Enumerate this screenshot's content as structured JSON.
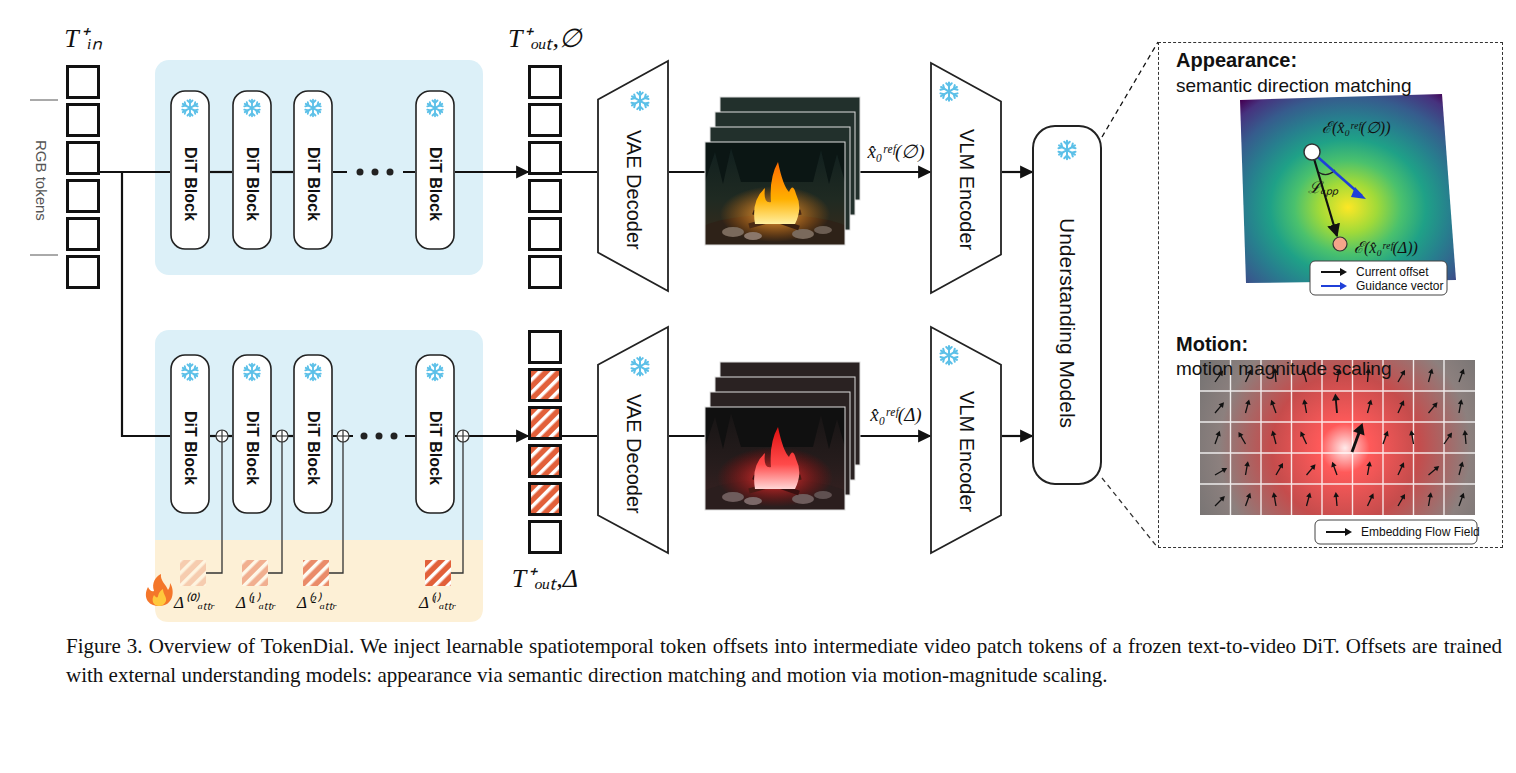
{
  "diagram": {
    "caption": "Figure 3. Overview of TokenDial. We inject learnable spatiotemporal token offsets into intermediate video patch tokens of a frozen text-to-video DiT. Offsets are trained with external understanding models: appearance via semantic direction matching and motion via motion-magnitude scaling.",
    "nodes": [
      {
        "text": [
          "T⁺ᵢₙ"
        ]
      },
      {
        "text": [
          "DiT Block"
        ]
      },
      {
        "text": [
          "DiT Block"
        ]
      },
      {
        "text": [
          "DiT Block"
        ]
      },
      {
        "text": [
          "DiT Block"
        ]
      },
      {
        "text": [
          "T⁺ₒᵤₜ,∅"
        ]
      },
      {
        "text": [
          "VAE Decoder"
        ]
      },
      {
        "text": [
          "VLM Encoder"
        ]
      },
      {
        "text": [
          "Understanding Models"
        ]
      },
      {
        "text": [
          "DiT Block"
        ]
      },
      {
        "text": [
          "DiT Block"
        ]
      },
      {
        "text": [
          "DiT Block"
        ]
      },
      {
        "text": [
          "DiT Block"
        ]
      },
      {
        "text": [
          "T⁺ₒᵤₜ,Δ"
        ]
      },
      {
        "text": [
          "VAE Decoder"
        ]
      },
      {
        "text": [
          "VLM Encoder"
        ]
      },
      {
        "text": [
          "Appearance:",
          "semantic direction matching",
          "Motion:",
          "motion magnitude scaling"
        ]
      }
    ],
    "edges": [
      {
        "from": 0,
        "to": 1,
        "arrow": "none"
      },
      {
        "from": 1,
        "to": 2,
        "arrow": "none"
      },
      {
        "from": 2,
        "to": 3,
        "arrow": "none"
      },
      {
        "from": 3,
        "to": 4,
        "arrow": "none"
      },
      {
        "from": 4,
        "to": 5,
        "arrow": "to"
      },
      {
        "from": 5,
        "to": 6,
        "arrow": "none"
      },
      {
        "from": 6,
        "to": 7,
        "arrow": "to",
        "label": "x̂₀ʳᵉᶠ(∅)"
      },
      {
        "from": 7,
        "to": 8,
        "arrow": "to"
      },
      {
        "from": 0,
        "to": 9,
        "arrow": "none"
      },
      {
        "from": 9,
        "to": 10,
        "arrow": "none"
      },
      {
        "from": 10,
        "to": 11,
        "arrow": "none"
      },
      {
        "from": 11,
        "to": 12,
        "arrow": "none"
      },
      {
        "from": 12,
        "to": 13,
        "arrow": "to"
      },
      {
        "from": 13,
        "to": 14,
        "arrow": "none"
      },
      {
        "from": 14,
        "to": 15,
        "arrow": "to",
        "label": "x̂₀ʳᵉᶠ(Δ)"
      },
      {
        "from": 15,
        "to": 8,
        "arrow": "to"
      },
      {
        "from": 8,
        "to": 16,
        "arrow": "none"
      }
    ],
    "labels": [
      "RGB tokens",
      "Δ⁽⁰⁾ₐₜₜᵣ",
      "Δ⁽¹⁾ₐₜₜᵣ",
      "Δ⁽²⁾ₐₜₜᵣ",
      "Δ⁽ˡ⁾ₐₜₜᵣ",
      "ℰ(x̂₀ʳᵉᶠ(∅))",
      "ℒₐₚₚ",
      "ℰ(x̂₀ʳᵉᶠ(Δ))"
    ],
    "legend": [
      {
        "text": "Current offset"
      },
      {
        "text": "Guidance vector"
      },
      {
        "text": "Embedding Flow Field"
      }
    ]
  }
}
